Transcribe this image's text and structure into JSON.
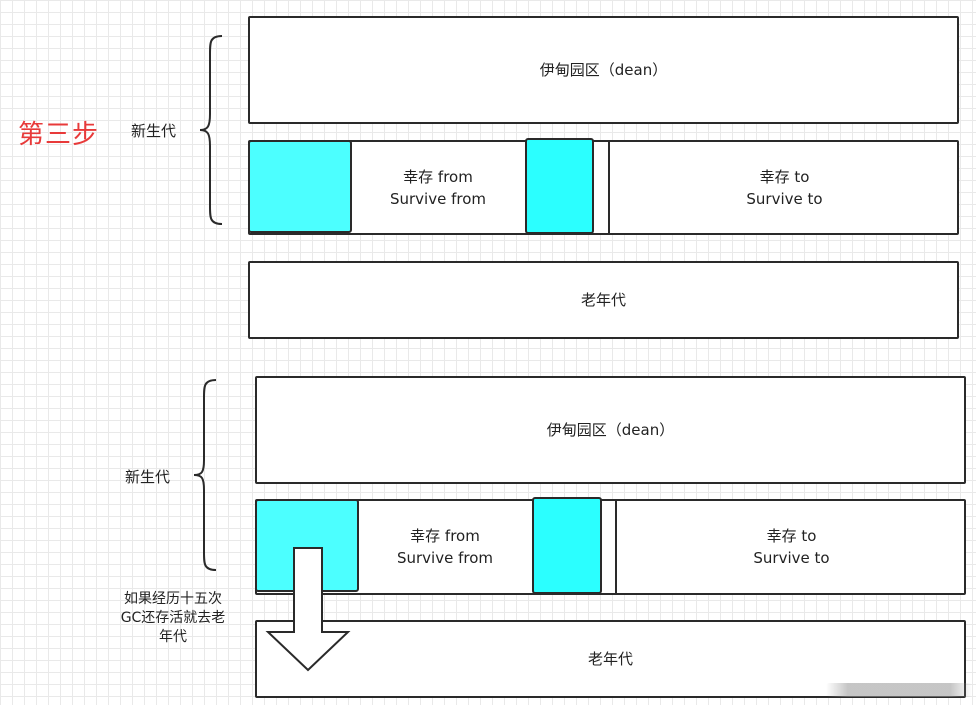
{
  "step_label": "第三步",
  "top": {
    "young_label": "新生代",
    "eden": "伊甸园区（dean）",
    "from_line1": "幸存 from",
    "from_line2": "Survive from",
    "to_line1": "幸存 to",
    "to_line2": "Survive to",
    "old": "老年代"
  },
  "bottom": {
    "young_label": "新生代",
    "eden": "伊甸园区（dean）",
    "from_line1": "幸存 from",
    "from_line2": "Survive from",
    "to_line1": "幸存 to",
    "to_line2": "Survive to",
    "old": "老年代",
    "note_line1": "如果经历十五次",
    "note_line2": "GC还存活就去老",
    "note_line3": "年代"
  },
  "colors": {
    "step": "#e83a3a",
    "object_fill": "#2bffff",
    "border": "#2a2a2a"
  }
}
